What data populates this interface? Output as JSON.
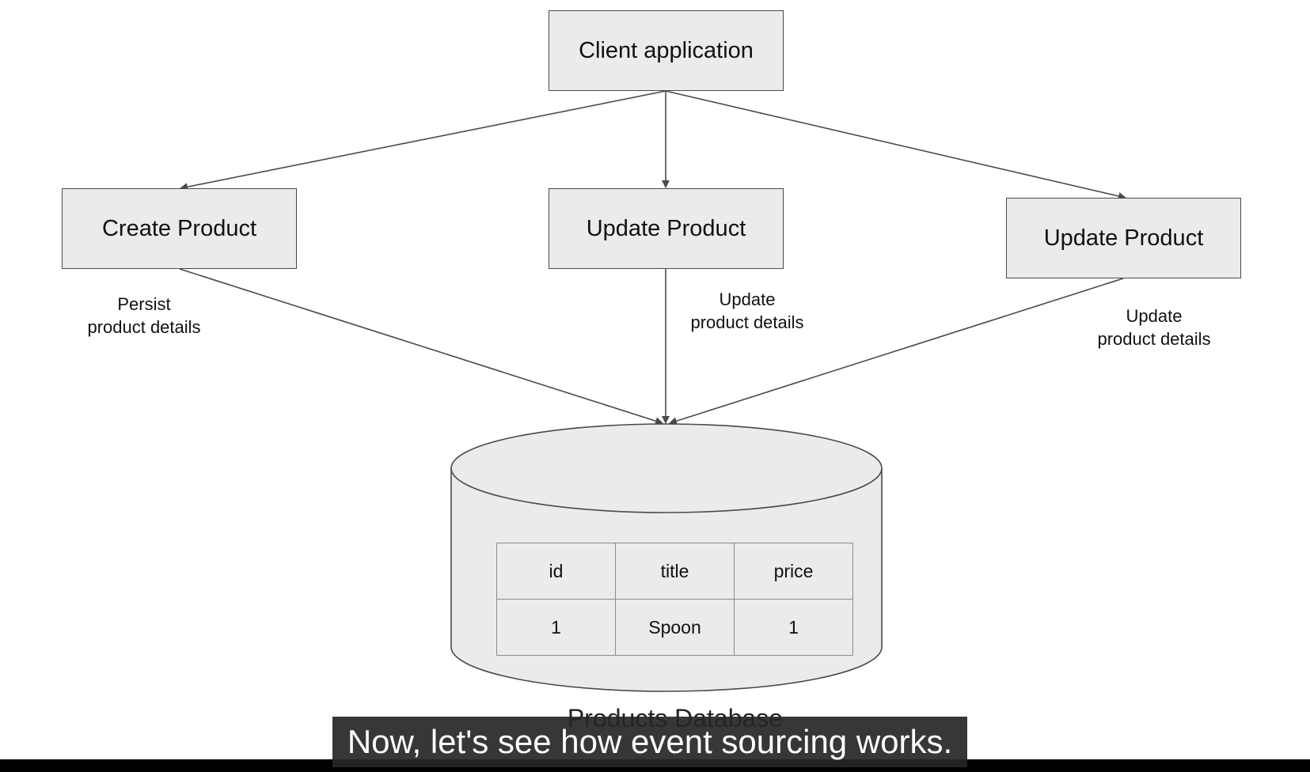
{
  "nodes": {
    "client": "Client application",
    "create": "Create Product",
    "update_mid": "Update Product",
    "update_right": "Update Product"
  },
  "edge_labels": {
    "create_line1": "Persist",
    "create_line2": "product details",
    "update_mid_line1": "Update",
    "update_mid_line2": "product details",
    "update_right_line1": "Update",
    "update_right_line2": "product details"
  },
  "database": {
    "caption": "Products Database",
    "columns": [
      "id",
      "title",
      "price"
    ],
    "rows": [
      [
        "1",
        "Spoon",
        "1"
      ]
    ]
  },
  "subtitle": "Now, let's see how event sourcing works.",
  "colors": {
    "box_fill": "#eceaec",
    "stroke": "#4a4a4a",
    "subtitle_bg": "#262626",
    "subtitle_text": "#ffffff"
  }
}
